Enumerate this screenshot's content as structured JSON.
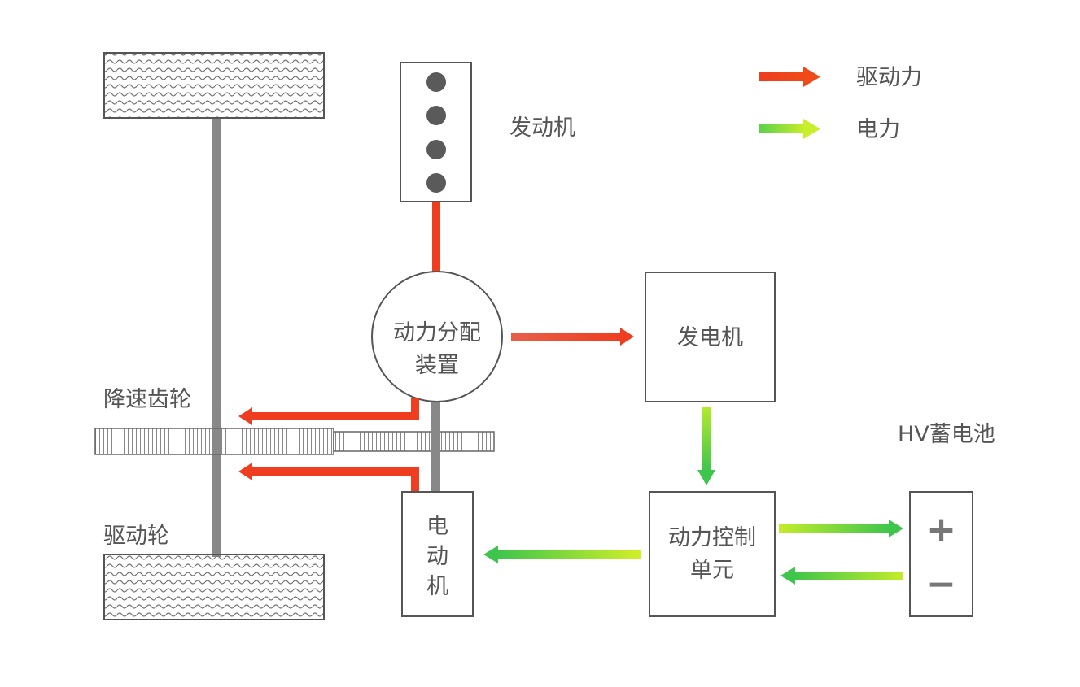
{
  "legend": {
    "drive_force": {
      "label": "驱动力",
      "color": "#ee3d1f"
    },
    "electric_power": {
      "label": "电力",
      "color": "#5cd14a"
    }
  },
  "components": {
    "engine": "发动机",
    "power_split_line1": "动力分配",
    "power_split_line2": "装置",
    "generator": "发电机",
    "reduction_gear": "降速齿轮",
    "drive_wheel": "驱动轮",
    "motor_line1": "电",
    "motor_line2": "动",
    "motor_line3": "机",
    "pcu_line1": "动力控制",
    "pcu_line2": "单元",
    "hv_battery": "HV蓄电池"
  },
  "battery_terminals": {
    "positive": "+",
    "negative": "−"
  },
  "colors": {
    "stroke": "#555555",
    "shaft": "#888888",
    "engine_dot": "#5a5a5a"
  }
}
